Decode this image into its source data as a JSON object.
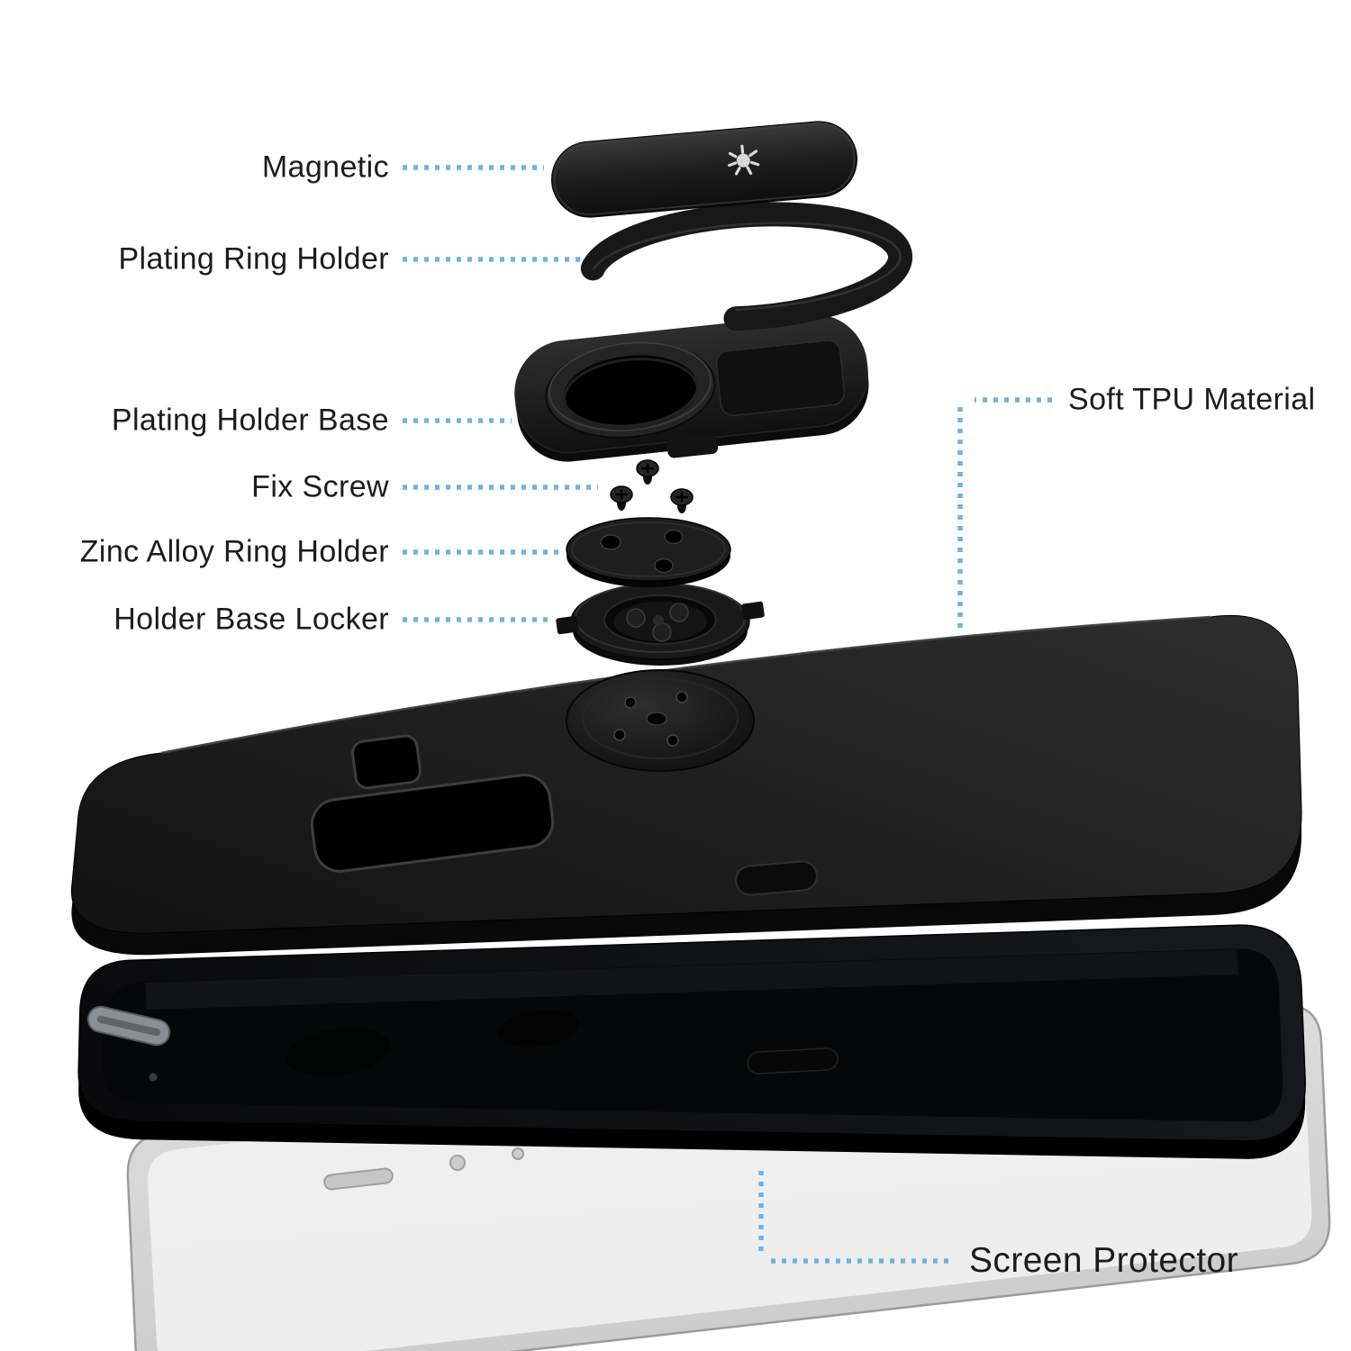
{
  "diagram": {
    "labels": {
      "magnetic": "Magnetic",
      "plating_ring_holder": "Plating Ring Holder",
      "plating_holder_base": "Plating Holder Base",
      "fix_screw": "Fix Screw",
      "zinc_alloy_ring_holder": "Zinc Alloy Ring Holder",
      "holder_base_locker": "Holder Base Locker",
      "soft_tpu_material": "Soft TPU Material",
      "screen_protector": "Screen Protector"
    },
    "colors": {
      "background": "#ffffff",
      "leader_dots": "#72b2df",
      "label_text": "#1c1c1c",
      "part_black": "#1a1a1a",
      "protector_gray": "#c9c9c9"
    }
  }
}
